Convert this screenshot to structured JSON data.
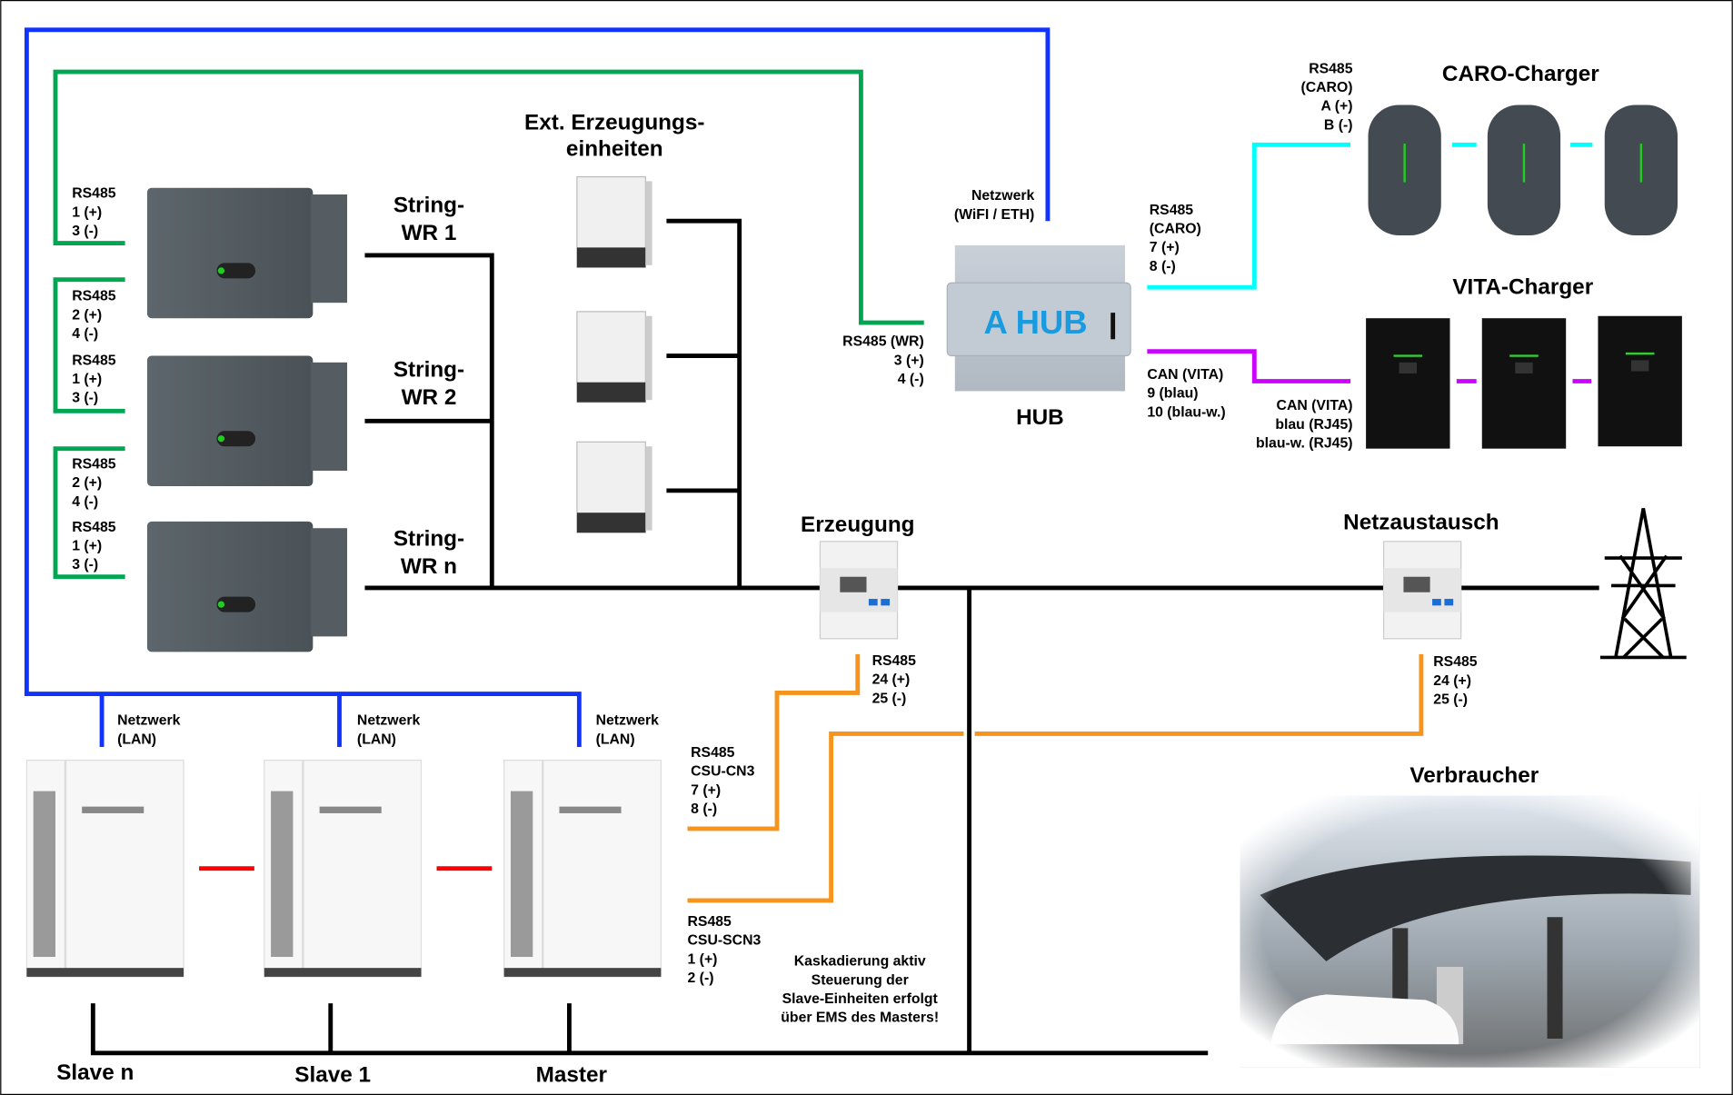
{
  "colors": {
    "network": "#1133ff",
    "rs485_inverter": "#00a651",
    "power": "#000000",
    "rs485_meter": "#f7941d",
    "rs485_caro": "#00ffff",
    "can_vita": "#cc00ff",
    "battery_link": "#ff0000"
  },
  "inverters": {
    "labels": [
      {
        "title": "String-",
        "sub": "WR 1"
      },
      {
        "title": "String-",
        "sub": "WR 2"
      },
      {
        "title": "String-",
        "sub": "WR n"
      }
    ],
    "rs485": [
      [
        "RS485",
        "1 (+)",
        "3 (-)"
      ],
      [
        "RS485",
        "2 (+)",
        "4 (-)"
      ],
      [
        "RS485",
        "1 (+)",
        "3 (-)"
      ],
      [
        "RS485",
        "2 (+)",
        "4 (-)"
      ],
      [
        "RS485",
        "1 (+)",
        "3 (-)"
      ]
    ]
  },
  "ext_units": {
    "title": [
      "Ext. Erzeugungs-",
      "einheiten"
    ]
  },
  "hub": {
    "title": "HUB",
    "logo": "A HUB",
    "network": [
      "Netzwerk",
      "(WiFI / ETH)"
    ],
    "rs485_wr": [
      "RS485 (WR)",
      "3 (+)",
      "4 (-)"
    ],
    "rs485_caro": [
      "RS485",
      "(CARO)",
      "7 (+)",
      "8 (-)"
    ],
    "can_vita": [
      "CAN (VITA)",
      "9 (blau)",
      "10 (blau-w.)"
    ]
  },
  "caro": {
    "title": "CARO-Charger",
    "port": [
      "RS485",
      "(CARO)",
      "A (+)",
      "B (-)"
    ]
  },
  "vita": {
    "title": "VITA-Charger",
    "port": [
      "CAN (VITA)",
      "blau (RJ45)",
      "blau-w. (RJ45)"
    ]
  },
  "meters": {
    "generation": {
      "title": "Erzeugung",
      "port": [
        "RS485",
        "24 (+)",
        "25 (-)"
      ]
    },
    "grid": {
      "title": "Netzaustausch",
      "port": [
        "RS485",
        "24 (+)",
        "25 (-)"
      ]
    }
  },
  "batteries": {
    "units": [
      "Slave n",
      "Slave 1",
      "Master"
    ],
    "network": [
      "Netzwerk",
      "(LAN)"
    ],
    "csu_cn3": [
      "RS485",
      "CSU-CN3",
      "7 (+)",
      "8 (-)"
    ],
    "csu_scn3": [
      "RS485",
      "CSU-SCN3",
      "1 (+)",
      "2 (-)"
    ],
    "note": [
      "Kaskadierung aktiv",
      "Steuerung der",
      "Slave-Einheiten erfolgt",
      "über EMS des Masters!"
    ]
  },
  "consumer": {
    "title": "Verbraucher"
  }
}
